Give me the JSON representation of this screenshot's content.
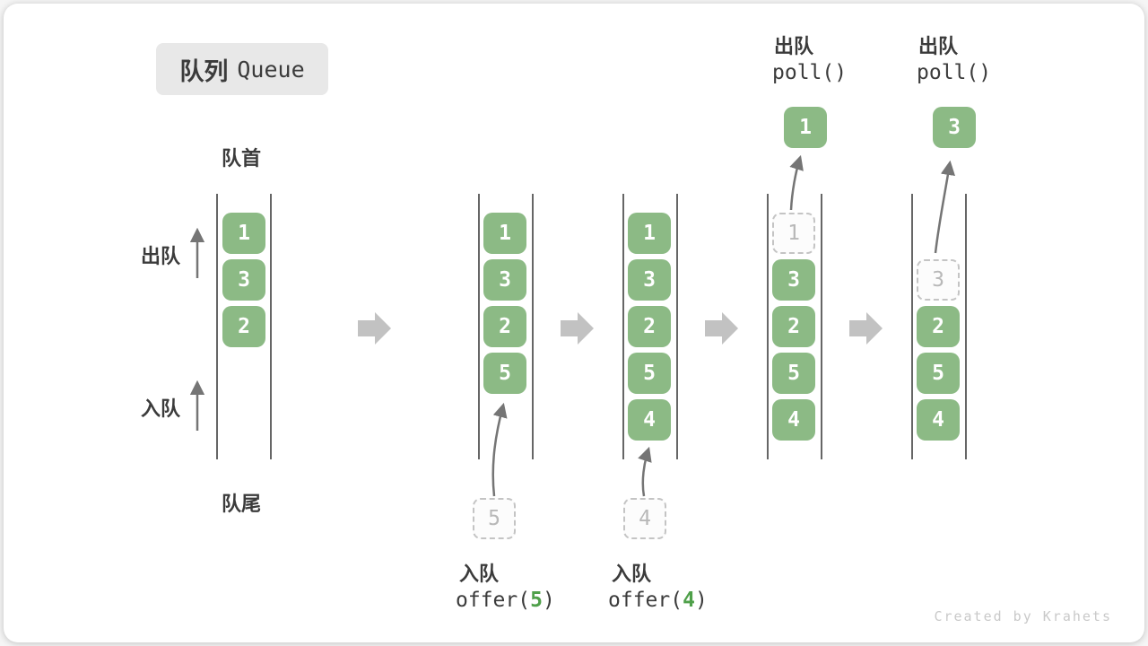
{
  "title": {
    "zh": "队列",
    "en": "Queue"
  },
  "labels": {
    "front": "队首",
    "rear": "队尾",
    "dequeue": "出队",
    "enqueue": "入队"
  },
  "watermark": "Created by Krahets",
  "colors": {
    "item_green": "#8cba85",
    "code_arg_green": "#4fa04a",
    "block_arrow_gray": "#c2c2c2",
    "badge_gray": "#e8e8e8"
  },
  "states": [
    {
      "boxes": [
        "1",
        "3",
        "2"
      ]
    },
    {
      "boxes": [
        "1",
        "3",
        "2",
        "5"
      ],
      "incoming": "5",
      "op": {
        "label": "入队",
        "fn_open": "offer(",
        "arg": "5",
        "fn_close": ")"
      }
    },
    {
      "boxes": [
        "1",
        "3",
        "2",
        "5",
        "4"
      ],
      "incoming": "4",
      "op": {
        "label": "入队",
        "fn_open": "offer(",
        "arg": "4",
        "fn_close": ")"
      }
    },
    {
      "removed": "1",
      "boxes": [
        "3",
        "2",
        "5",
        "4"
      ],
      "out": "1",
      "op": {
        "label": "出队",
        "fn": "poll()"
      }
    },
    {
      "removed": "3",
      "boxes": [
        "2",
        "5",
        "4"
      ],
      "out": "3",
      "op": {
        "label": "出队",
        "fn": "poll()"
      }
    }
  ]
}
